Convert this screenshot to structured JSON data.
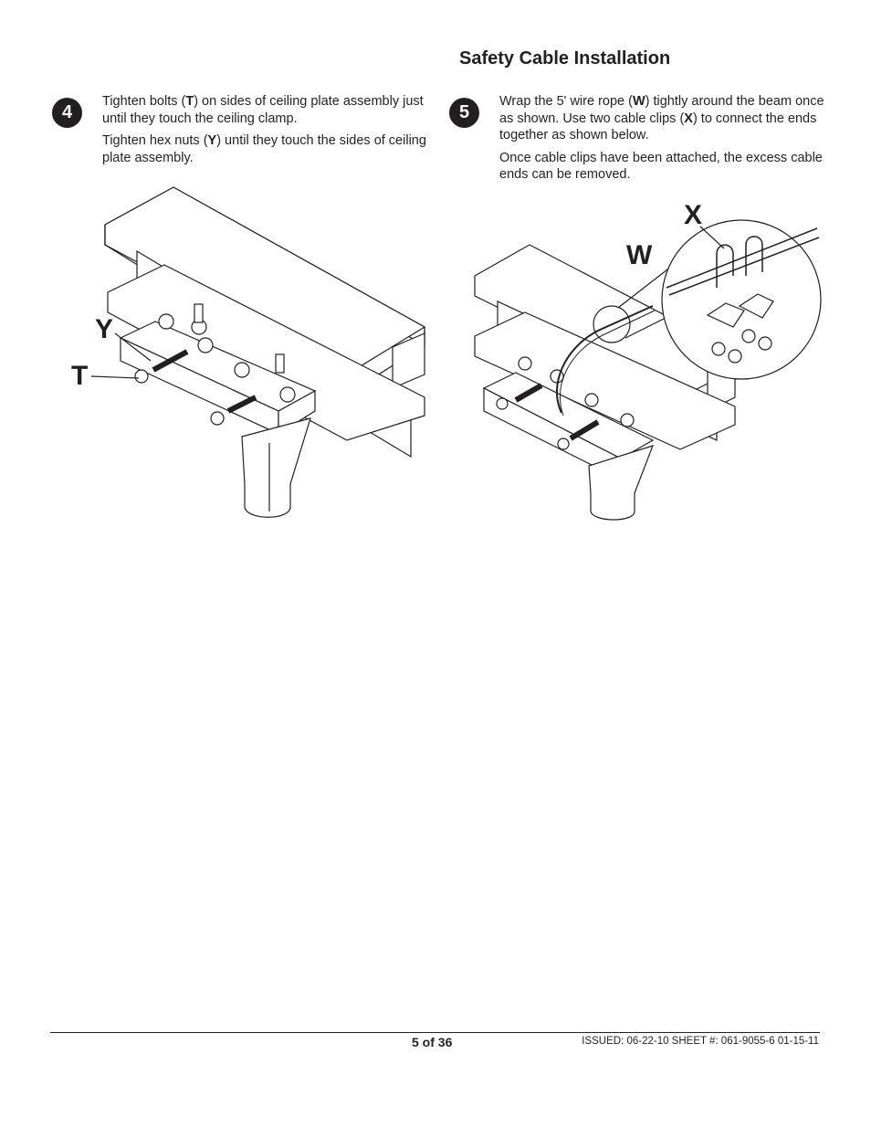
{
  "header": {
    "title": "Safety Cable Installation"
  },
  "steps": [
    {
      "number": "4",
      "paragraphs": [
        [
          "Tighten bolts (",
          "T",
          ") on sides of ceiling plate assembly just until they touch the ceiling clamp."
        ],
        [
          "Tighten hex nuts (",
          "Y",
          ") until they touch the sides of ceiling plate assembly."
        ]
      ],
      "callouts": {
        "y": "Y",
        "t": "T"
      }
    },
    {
      "number": "5",
      "paragraphs": [
        [
          "Wrap the 5' wire rope (",
          "W",
          ") tightly around the beam once as shown. Use two cable clips (",
          "X",
          ") to connect the ends together as shown below."
        ],
        [
          "Once cable clips have been attached, the excess cable ends can be removed."
        ]
      ],
      "callouts": {
        "x": "X",
        "w": "W"
      }
    }
  ],
  "footer": {
    "page": "5 of 36",
    "issued": "ISSUED: 06-22-10   SHEET #: 061-9055-6  01-15-11"
  }
}
